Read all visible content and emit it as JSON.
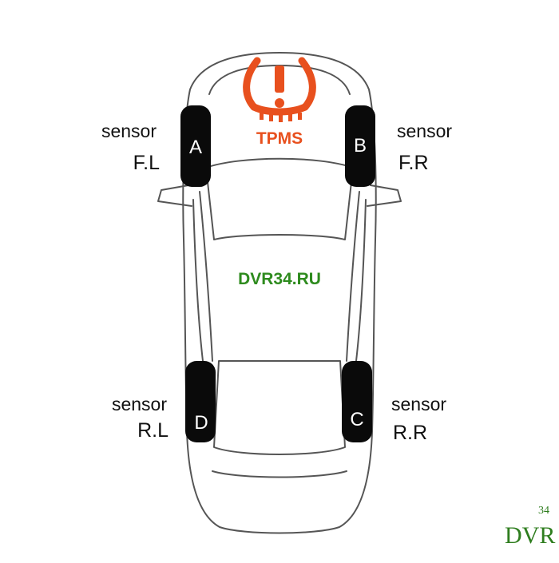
{
  "tpms": {
    "label": "TPMS",
    "icon": "tpms-warning-icon"
  },
  "watermark": "DVR34.RU",
  "sensors": [
    {
      "id": "fl",
      "tire_letter": "A",
      "word": "sensor",
      "code": "F.L"
    },
    {
      "id": "fr",
      "tire_letter": "B",
      "word": "sensor",
      "code": "F.R"
    },
    {
      "id": "rr",
      "tire_letter": "C",
      "word": "sensor",
      "code": "R.R"
    },
    {
      "id": "rl",
      "tire_letter": "D",
      "word": "sensor",
      "code": "R.L"
    }
  ],
  "logo": {
    "main": "DVR",
    "superscript": "34"
  },
  "colors": {
    "tpms": "#e8501e",
    "watermark": "#2e8b1e",
    "logo": "#2e7d1e",
    "tire": "#0a0a0a",
    "car_outline": "#555555"
  }
}
